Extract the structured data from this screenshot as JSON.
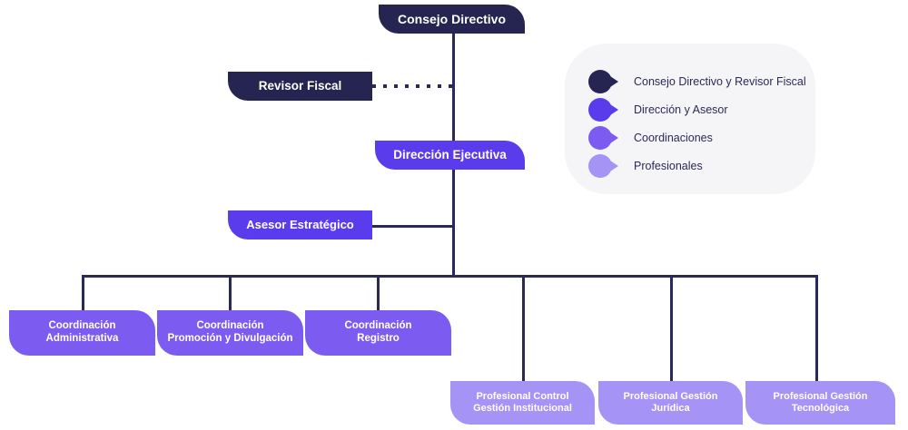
{
  "colors": {
    "board": "#262450",
    "direction": "#5b3ced",
    "coordination": "#7c5cf0",
    "professional": "#a593f5",
    "line": "#2b2a55",
    "legend_panel": "#f5f5f7",
    "legend_text": "#2b2a55",
    "node_text": "#ffffff",
    "background": "#ffffff"
  },
  "nodes": {
    "consejo_directivo": "Consejo Directivo",
    "revisor_fiscal": "Revisor Fiscal",
    "direccion_ejecutiva": "Dirección Ejecutiva",
    "asesor_estrategico": "Asesor Estratégico",
    "coordinacion_administrativa_line1": "Coordinación",
    "coordinacion_administrativa_line2": "Administrativa",
    "coordinacion_promocion_line1": "Coordinación",
    "coordinacion_promocion_line2": "Promoción y Divulgación",
    "coordinacion_registro_line1": "Coordinación",
    "coordinacion_registro_line2": "Registro",
    "profesional_control_line1": "Profesional Control",
    "profesional_control_line2": "Gestión Institucional",
    "profesional_juridica_line1": "Profesional Gestión",
    "profesional_juridica_line2": "Jurídica",
    "profesional_tecnologica_line1": "Profesional Gestión",
    "profesional_tecnologica_line2": "Tecnológica"
  },
  "legend": {
    "items": [
      {
        "label": "Consejo Directivo y Revisor Fiscal",
        "color": "#262450"
      },
      {
        "label": "Dirección y Asesor",
        "color": "#5b3ced"
      },
      {
        "label": "Coordinaciones",
        "color": "#7c5cf0"
      },
      {
        "label": "Profesionales",
        "color": "#a593f5"
      }
    ]
  }
}
